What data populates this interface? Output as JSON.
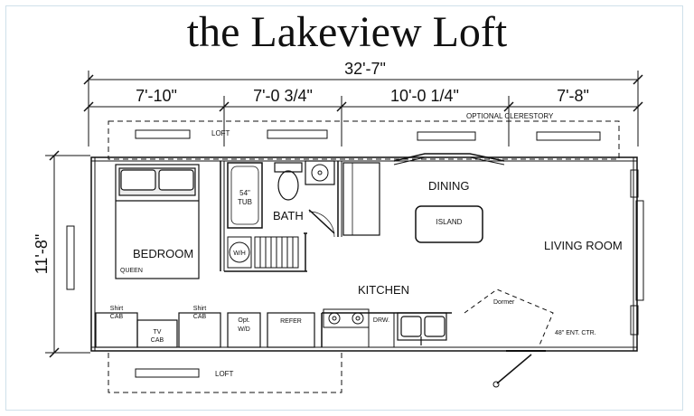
{
  "title": "the Lakeview Loft",
  "dimensions": {
    "overall_width": "32'-7\"",
    "seg1": "7'-10\"",
    "seg2": "7'-0 3/4\"",
    "seg3": "10'-0 1/4\"",
    "seg4": "7'-8\"",
    "depth": "11'-8\""
  },
  "labels": {
    "loft_top": "LOFT",
    "loft_bottom": "LOFT",
    "clerestory": "OPTIONAL CLERESTORY",
    "tub_line1": "54\"",
    "tub_line2": "TUB",
    "bath": "BATH",
    "dining": "DINING",
    "island": "ISLAND",
    "living_room": "LIVING ROOM",
    "bedroom": "BEDROOM",
    "queen": "QUEEN",
    "wh": "W/H",
    "kitchen": "KITCHEN",
    "shirt_cab_1_line1": "Shirt",
    "shirt_cab_1_line2": "CAB",
    "tv_cab_line1": "TV",
    "tv_cab_line2": "CAB",
    "shirt_cab_2_line1": "Shirt",
    "shirt_cab_2_line2": "CAB",
    "opt_wd_line1": "Opt.",
    "opt_wd_line2": "W/D",
    "refer": "REFER",
    "drw": "DRW.",
    "dormer": "Dormer",
    "entry": "48\" ENT. CTR."
  }
}
